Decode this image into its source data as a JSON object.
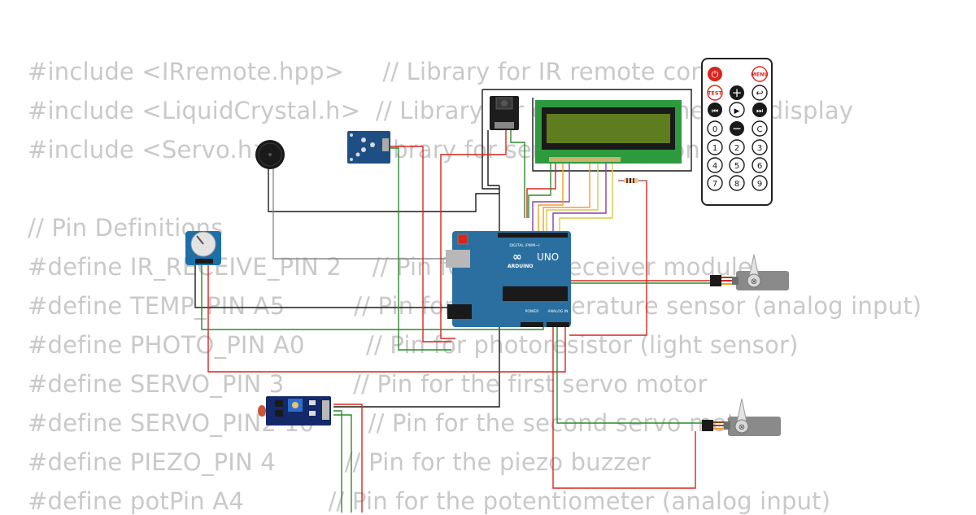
{
  "code_lines": [
    "#include <IRremote.hpp>     // Library for IR remote control",
    "#include <LiquidCrystal.h>  // Library for controlling the LCD display",
    "#include <Servo.h>          // Library for servo motor control",
    "",
    "// Pin Definitions",
    "#define IR_RECEIVE_PIN 2    // Pin for the IR receiver module",
    "#define TEMP_PIN A5         // Pin for the temperature sensor (analog input)",
    "#define PHOTO_PIN A0        // Pin for photoresistor (light sensor)",
    "#define SERVO_PIN 3         // Pin for the first servo motor",
    "#define SERVO_PIN2 10       // Pin for the second servo motor",
    "#define PIEZO_PIN 4         // Pin for the piezo buzzer",
    "#define potPin A4           // Pin for the potentiometer (analog input)"
  ],
  "components": {
    "arduino": {
      "brand": "ARDUINO",
      "model": "UNO",
      "digital_header": "DIGITAL (PWM~)",
      "power_header": "POWER",
      "analog_header": "ANALOG IN"
    },
    "remote": {
      "power_icon": "power-icon",
      "menu": "MENU",
      "test": "TEST",
      "plus": "+",
      "back_icon": "back-arrow-icon",
      "rewind_icon": "rewind-icon",
      "play_icon": "play-icon",
      "forward_icon": "fast-forward-icon",
      "zero": "0",
      "minus": "−",
      "clear": "C",
      "digits": [
        "1",
        "2",
        "3",
        "4",
        "5",
        "6",
        "7",
        "8",
        "9"
      ]
    }
  },
  "colors": {
    "code_text": "#c9c9c9",
    "board_blue": "#2a6fa0",
    "lcd_green": "#2e9a3e",
    "lcd_screen": "#5e7d1f",
    "wire_red": "#d8261f",
    "wire_green": "#2d8a2b",
    "wire_black": "#1a1a1a",
    "wire_purple": "#8a3fa8",
    "wire_yellow": "#e0c64a",
    "wire_orange": "#f0a020"
  }
}
